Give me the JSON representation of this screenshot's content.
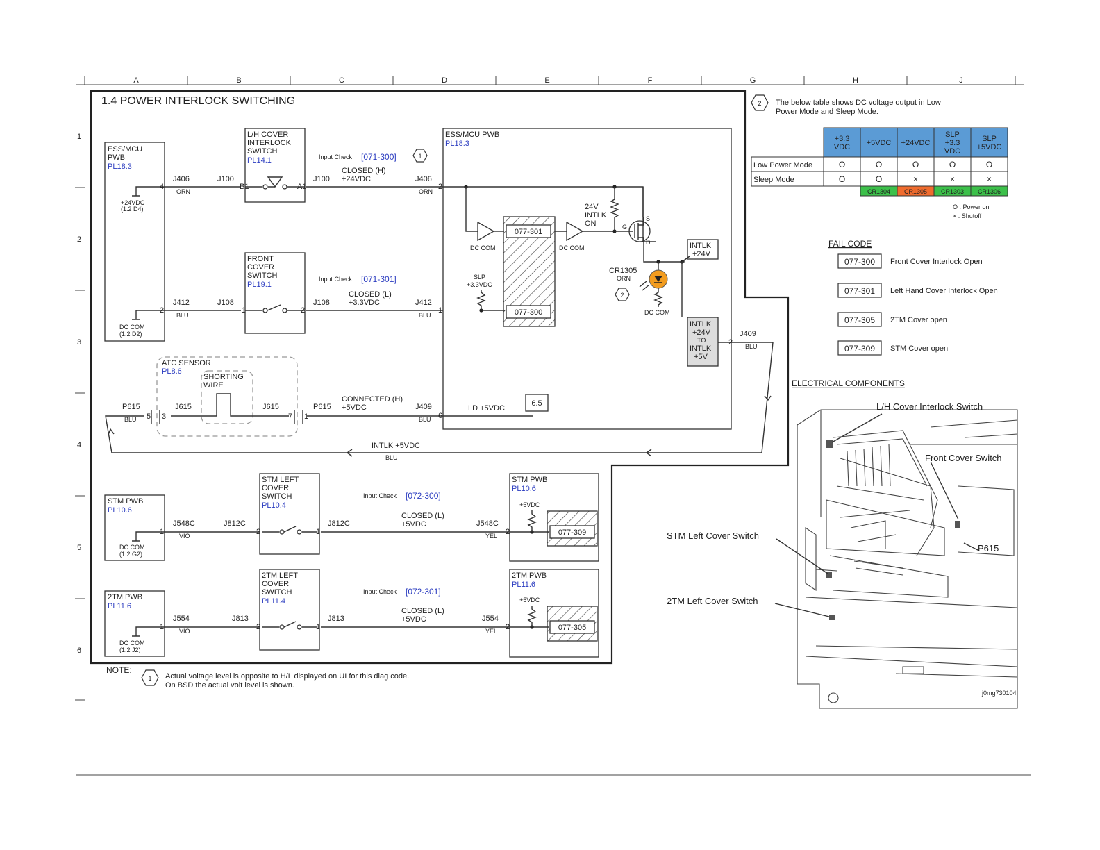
{
  "grid": {
    "columns": [
      "A",
      "B",
      "C",
      "D",
      "E",
      "F",
      "G",
      "H",
      "J"
    ],
    "rows": [
      "1",
      "2",
      "3",
      "4",
      "5",
      "6"
    ]
  },
  "title": "1.4 POWER INTERLOCK SWITCHING",
  "blocks": {
    "ess_left": {
      "l1": "ESS/MCU",
      "l2": "PWB",
      "pl": "PL18.3",
      "v24": "+24VDC",
      "v24_ref": "(1.2 D4)",
      "dccom": "DC COM",
      "dccom_ref": "(1.2 D2)"
    },
    "lh_switch": {
      "l1": "L/H COVER",
      "l2": "INTERLOCK",
      "l3": "SWITCH",
      "pl": "PL14.1"
    },
    "front_switch": {
      "l1": "FRONT",
      "l2": "COVER",
      "l3": "SWITCH",
      "pl": "PL19.1"
    },
    "atc": {
      "l1": "ATC SENSOR",
      "pl": "PL8.6",
      "wire1": "SHORTING",
      "wire2": "WIRE"
    },
    "ess_right": {
      "l1": "ESS/MCU PWB",
      "pl": "PL18.3"
    },
    "stm_pwb_left": {
      "l1": "STM PWB",
      "pl": "PL10.6",
      "dccom": "DC COM",
      "ref": "(1.2 G2)"
    },
    "stm_switch": {
      "l1": "STM LEFT",
      "l2": "COVER",
      "l3": "SWITCH",
      "pl": "PL10.4"
    },
    "stm_pwb_right": {
      "l1": "STM PWB",
      "pl": "PL10.6",
      "v": "+5VDC"
    },
    "tm2_pwb_left": {
      "l1": "2TM PWB",
      "pl": "PL11.6",
      "dccom": "DC COM",
      "ref": "(1.2 J2)"
    },
    "tm2_switch": {
      "l1": "2TM LEFT",
      "l2": "COVER",
      "l3": "SWITCH",
      "pl": "PL11.4"
    },
    "tm2_pwb_right": {
      "l1": "2TM PWB",
      "pl": "PL11.6",
      "v": "+5VDC"
    }
  },
  "connectors": {
    "j406": "J406",
    "j100": "J100",
    "b1": "B1",
    "a1": "A1",
    "j412": "J412",
    "j108": "J108",
    "p615": "P615",
    "j615": "J615",
    "j409": "J409",
    "j548c": "J548C",
    "j812c": "J812C",
    "j554": "J554",
    "j813": "J813",
    "orn": "ORN",
    "blu": "BLU",
    "vio": "VIO",
    "yel": "YEL",
    "pin4": "4",
    "pin2": "2",
    "pin1": "1",
    "pin5": "5",
    "pin3": "3",
    "pin7": "7",
    "pin6": "6"
  },
  "signals": {
    "closed_h": "CLOSED (H)",
    "v24": "+24VDC",
    "closed_l": "CLOSED (L)",
    "v33": "+3.3VDC",
    "connected_h": "CONNECTED (H)",
    "v5": "+5VDC",
    "intlk5": "INTLK +5VDC",
    "ld5": "LD +5VDC",
    "ref65": "6.5",
    "dccom": "DC COM",
    "slp": "SLP",
    "slp_v": "+3.3VDC",
    "intlk_on1": "24V",
    "intlk_on2": "INTLK",
    "intlk_on3": "ON",
    "g": "G",
    "s": "S",
    "d": "D",
    "intlk24_1": "INTLK",
    "intlk24_2": "+24V",
    "conv1": "INTLK",
    "conv2": "+24V",
    "conv3": "TO",
    "conv4": "INTLK",
    "conv5": "+5V",
    "cr1305": "CR1305",
    "cr_orn": "ORN"
  },
  "input_checks": [
    {
      "label": "Input Check",
      "code": "[071-300]",
      "note": "1"
    },
    {
      "label": "Input Check",
      "code": "[071-301]"
    },
    {
      "label": "Input Check",
      "code": "[072-300]"
    },
    {
      "label": "Input Check",
      "code": "[072-301]"
    }
  ],
  "chip_codes": [
    "077-301",
    "077-300",
    "077-309",
    "077-305"
  ],
  "note": {
    "label": "NOTE:",
    "num": "1",
    "line1": "Actual voltage level is opposite to H/L displayed on UI for this diag code.",
    "line2": "On BSD the actual volt level is shown."
  },
  "table_note": {
    "num": "2",
    "line1": "The below table shows DC voltage output in Low",
    "line2": "Power Mode and Sleep Mode."
  },
  "mode_table": {
    "headers": [
      [
        "+3.3",
        "VDC"
      ],
      [
        "+5VDC"
      ],
      [
        "+24VDC"
      ],
      [
        "SLP",
        "+3.3",
        "VDC"
      ],
      [
        "SLP",
        "+5VDC"
      ]
    ],
    "rows": [
      {
        "label": "Low Power Mode",
        "cells": [
          "O",
          "O",
          "O",
          "O",
          "O"
        ]
      },
      {
        "label": "Sleep Mode",
        "cells": [
          "O",
          "O",
          "×",
          "×",
          "×"
        ]
      }
    ],
    "leds": [
      "CR1304",
      "CR1305",
      "CR1303",
      "CR1306"
    ],
    "legend_on": "O : Power on",
    "legend_off": "× : Shutoff"
  },
  "fail_code": {
    "title": "FAIL CODE",
    "items": [
      {
        "code": "077-300",
        "desc": "Front Cover Interlock Open"
      },
      {
        "code": "077-301",
        "desc": "Left Hand Cover Interlock Open"
      },
      {
        "code": "077-305",
        "desc": "2TM Cover open"
      },
      {
        "code": "077-309",
        "desc": "STM Cover open"
      }
    ]
  },
  "components": {
    "title": "ELECTRICAL COMPONENTS",
    "lh": "L/H Cover Interlock Switch",
    "front": "Front Cover Switch",
    "stm": "STM Left Cover Switch",
    "tm2": "2TM Left Cover Switch",
    "p615": "P615",
    "image_id": "j0mg730104"
  },
  "colors": {
    "header_blue": "#5b9bd5",
    "led_green": "#3cc04a",
    "led_orange": "#f06c2e",
    "led_amber": "#f29c1f",
    "link_blue": "#2b3cc0"
  }
}
